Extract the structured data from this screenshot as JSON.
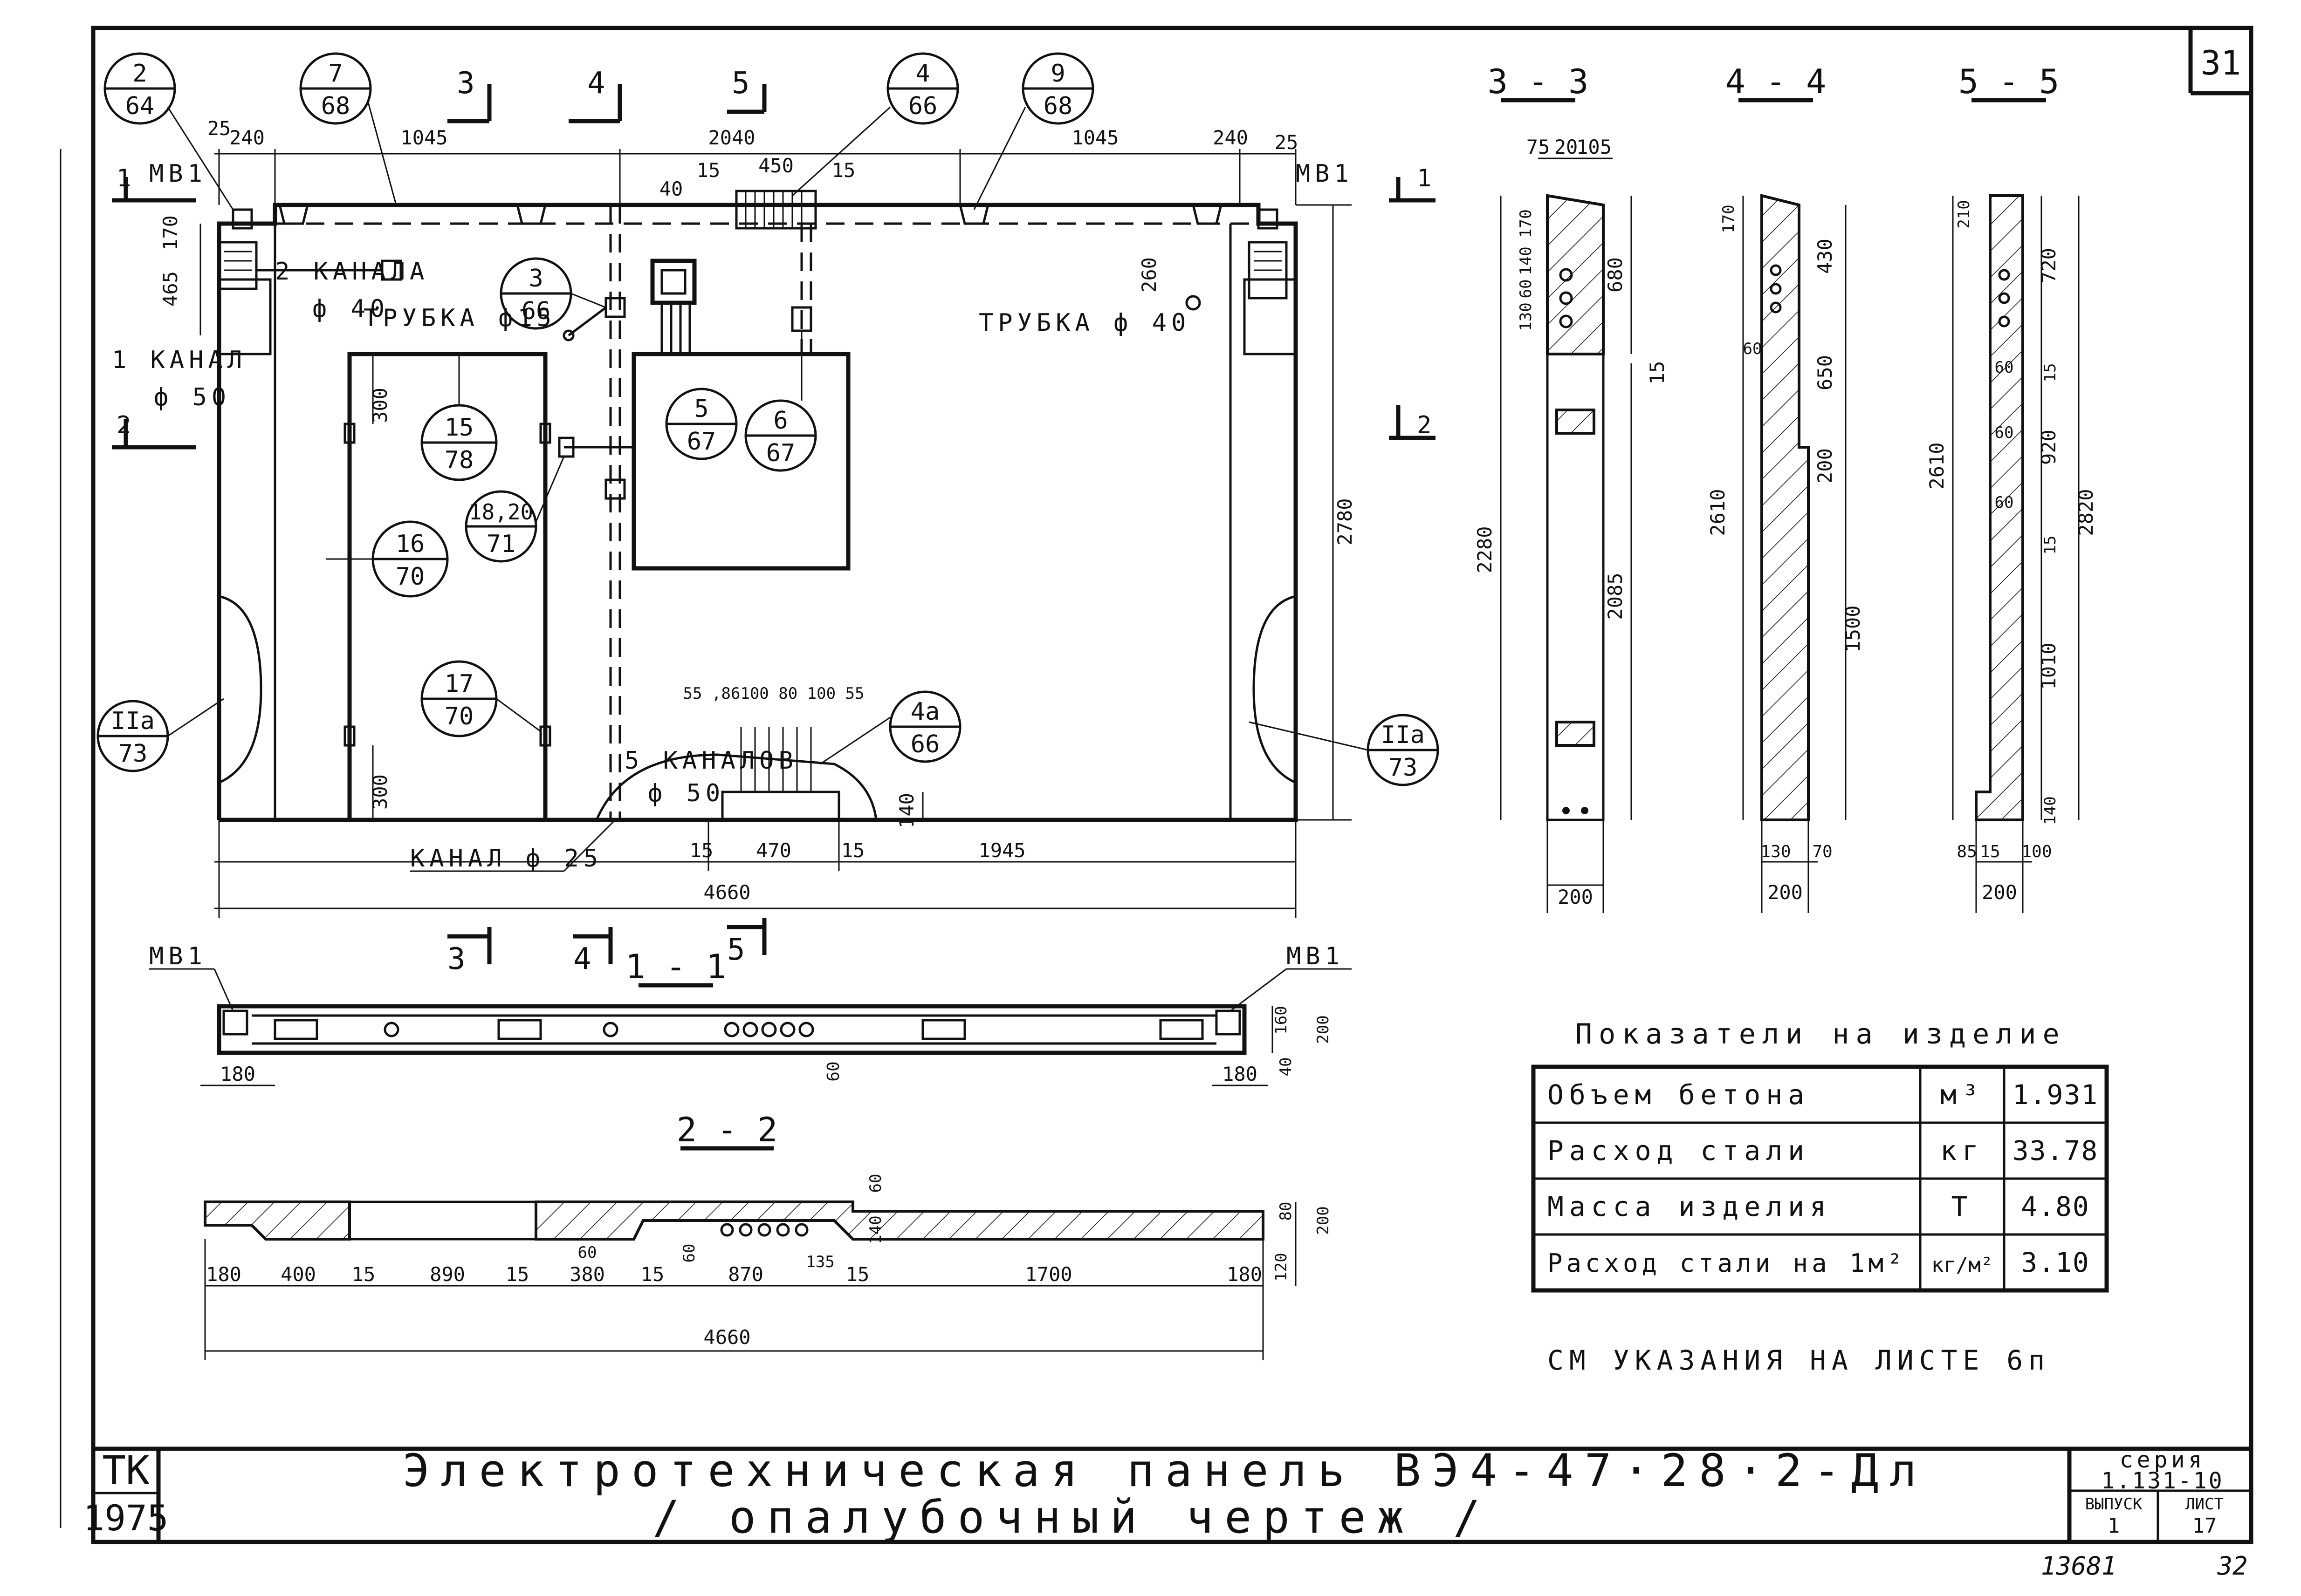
{
  "sheet_number": "31",
  "sheet_number_footer": "32",
  "archive_number": "13681",
  "main_view": {
    "dims_top": [
      "240",
      "1045",
      "2040",
      "450",
      "1045",
      "240"
    ],
    "dims_top_small": [
      "25",
      "25",
      "40",
      "15",
      "15"
    ],
    "dims_left": [
      "170",
      "465"
    ],
    "dims_right_inner": [
      "260"
    ],
    "dims_right_total": "2780",
    "dims_bottom": [
      "15",
      "470",
      "15",
      "1945"
    ],
    "dims_bottom_total": "4660",
    "dims_door": [
      "300",
      "300"
    ],
    "dim_140": "140",
    "dims_channels": "55 ,86100 80 100 55",
    "marks": {
      "mv1_left": "МВ1",
      "mv1_right": "МВ1",
      "channels_2": "2 КАНАЛА",
      "phi40_a": "ф 40",
      "tube15": "ТРУБКА ф15",
      "channel1": "1 КАНАЛ",
      "phi50_a": "ф 50",
      "tube40": "ТРУБКА ф 40",
      "channels_5": "5 КАНАЛОВ",
      "phi50_b": "ф 50",
      "channel25": "КАНАЛ ф 25"
    },
    "section_marks": [
      "1",
      "1",
      "2",
      "2",
      "3",
      "4",
      "5",
      "3",
      "4",
      "5"
    ],
    "callouts": [
      {
        "top": "2",
        "bottom": "64"
      },
      {
        "top": "7",
        "bottom": "68"
      },
      {
        "top": "4",
        "bottom": "66"
      },
      {
        "top": "9",
        "bottom": "68"
      },
      {
        "top": "3",
        "bottom": "66"
      },
      {
        "top": "15",
        "bottom": "78"
      },
      {
        "top": "18,20",
        "bottom": "71"
      },
      {
        "top": "5",
        "bottom": "67"
      },
      {
        "top": "6",
        "bottom": "67"
      },
      {
        "top": "16",
        "bottom": "70"
      },
      {
        "top": "17",
        "bottom": "70"
      },
      {
        "top": "4а",
        "bottom": "66"
      },
      {
        "top": "IIа",
        "bottom": "73"
      },
      {
        "top": "IIа",
        "bottom": "73"
      }
    ]
  },
  "section_views": {
    "s33": {
      "title": "3 - 3",
      "dims": [
        "75",
        "20",
        "105",
        "170",
        "140",
        "60",
        "130",
        "680",
        "15",
        "2280",
        "2085",
        "200"
      ]
    },
    "s44": {
      "title": "4 - 4",
      "dims": [
        "170",
        "430",
        "60",
        "650",
        "200",
        "2610",
        "1500",
        "130",
        "70",
        "200"
      ]
    },
    "s55": {
      "title": "5 - 5",
      "dims": [
        "210",
        "720",
        "60",
        "15",
        "60",
        "920",
        "60",
        "15",
        "2610",
        "2820",
        "1010",
        "140",
        "85",
        "15",
        "100",
        "200"
      ]
    }
  },
  "section_11": {
    "title": "1 - 1",
    "mv1_left": "МВ1",
    "mv1_right": "МВ1",
    "dims": [
      "180",
      "180",
      "60",
      "160",
      "200",
      "40"
    ]
  },
  "section_22": {
    "title": "2 - 2",
    "dims": [
      "180",
      "400",
      "15",
      "890",
      "15",
      "380",
      "15",
      "870",
      "135",
      "15",
      "1700",
      "180"
    ],
    "dims_small": [
      "60",
      "60",
      "60",
      "140",
      "80",
      "200",
      "120"
    ],
    "total": "4660"
  },
  "indicators": {
    "title": "Показатели на изделие",
    "rows": [
      {
        "name": "Объем бетона",
        "unit": "м³",
        "value": "1.931"
      },
      {
        "name": "Расход стали",
        "unit": "кг",
        "value": "33.78"
      },
      {
        "name": "Масса изделия",
        "unit": "Т",
        "value": "4.80"
      },
      {
        "name": "Расход стали на 1м²",
        "unit": "кг/м²",
        "value": "3.10"
      }
    ],
    "note": "СМ УКАЗАНИЯ НА ЛИСТЕ 6п"
  },
  "title_block": {
    "org": "ТК",
    "year": "1975",
    "title_line1": "Электротехническая панель ВЭ4-47·28·2-Дл",
    "title_line2": "/ опалубочный чертеж /",
    "series_label": "серия",
    "series_value": "1.131-10",
    "issue_label": "ВЫПУСК",
    "issue_value": "1",
    "sheet_label": "ЛИСТ",
    "sheet_value": "17"
  }
}
